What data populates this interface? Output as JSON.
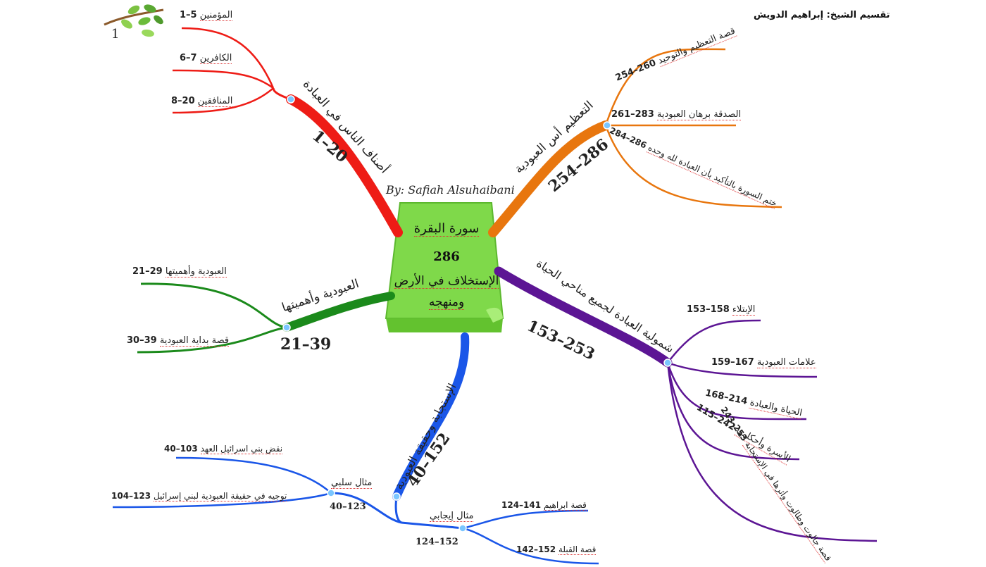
{
  "header": {
    "title": "تقسيم الشيخ: إبراهيم الدويش"
  },
  "author": "By: Safiah Alsuhaibani",
  "page_number": "1",
  "center": {
    "title": "سورة البقرة",
    "count": "286",
    "subtitle": "الإستخلاف في الأرض ومنهجه"
  },
  "branches": {
    "red": {
      "color": "#ee1c16",
      "title": "أصناف الناس في العبادة",
      "range": "1–20",
      "children": [
        {
          "label": "المؤمنين",
          "range": "1–5"
        },
        {
          "label": "الكافرين",
          "range": "6–7"
        },
        {
          "label": "المنافقين",
          "range": "8–20"
        }
      ]
    },
    "orange": {
      "color": "#e8760e",
      "title": "التعظيم أس العبودية",
      "range": "254–286",
      "children": [
        {
          "label": "قصة التعظيم والتوحيد",
          "range": "254–260"
        },
        {
          "label": "الصدقة برهان العبودية",
          "range": "261–283"
        },
        {
          "label": "ختم السورة بالتأكيد بأن العبادة لله وحده",
          "range": "284–286"
        }
      ]
    },
    "green": {
      "color": "#1b8a1b",
      "title": "العبودية وأهميتها",
      "range": "21–39",
      "children": [
        {
          "label": "العبودية وأهميتها",
          "range": "21–29"
        },
        {
          "label": "قصة بداية العبودية",
          "range": "30–39"
        }
      ]
    },
    "purple": {
      "color": "#5c1594",
      "title": "شمولية العبادة لجميع مناحي الحياة",
      "range": "153–253",
      "children": [
        {
          "label": "الإبتلاء",
          "range": "153–158"
        },
        {
          "label": "علامات العبودية",
          "range": "159–167"
        },
        {
          "label": "الحياة والعبادة",
          "range": "168–214"
        },
        {
          "label": "الأسرة وأحكامها",
          "range": "115–242"
        },
        {
          "label": "قصة جالوت وطالوت وأثرها في الإستجابة",
          "range": "243–253"
        }
      ]
    },
    "blue": {
      "color": "#1a56e8",
      "title": "الإستجابة وحقيقة العبودية",
      "range": "40–152",
      "negative": {
        "title": "مثال سلبي",
        "range": "40–123",
        "children": [
          {
            "label": "نقض بني اسرائيل العهد",
            "range": "40–103"
          },
          {
            "label": "توجيه في حقيقة العبودية لبني إسرائيل",
            "range": "104–123"
          }
        ]
      },
      "positive": {
        "title": "مثال إيجابي",
        "range": "124–152",
        "children": [
          {
            "label": "قصة ابراهيم",
            "range": "124–141"
          },
          {
            "label": "قصة القبلة",
            "range": "142–152"
          }
        ]
      }
    }
  }
}
